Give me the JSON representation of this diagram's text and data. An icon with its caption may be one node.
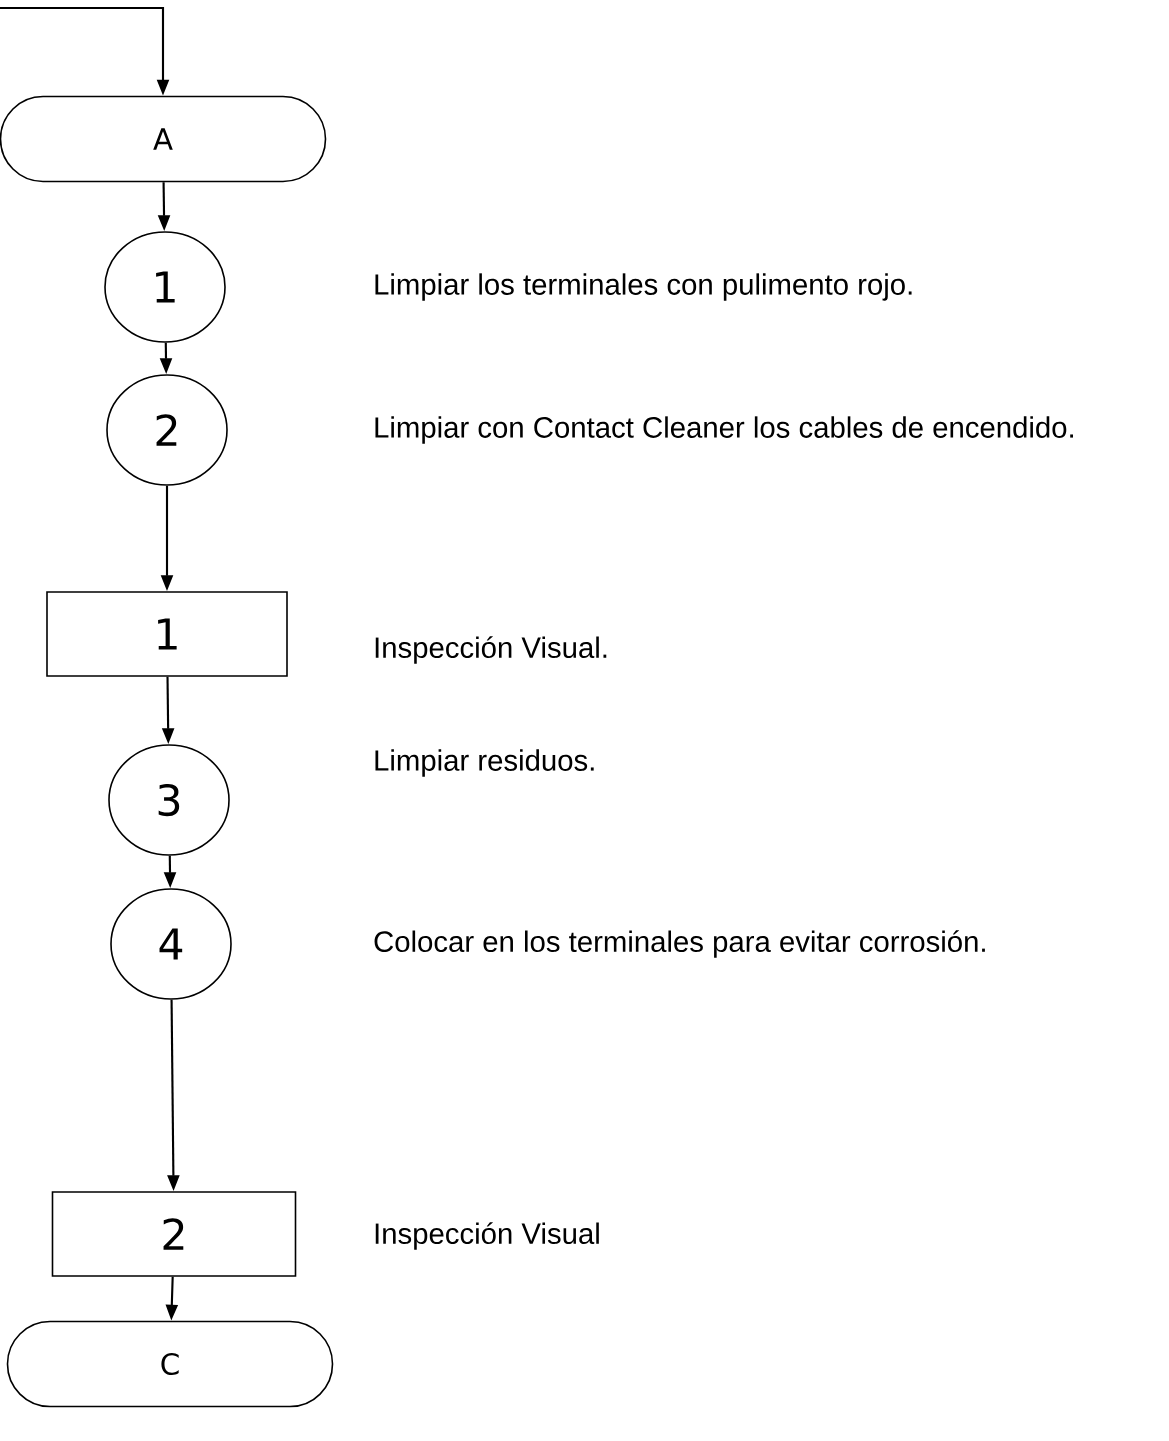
{
  "diagram": {
    "nodes": [
      {
        "text": [
          "A"
        ]
      },
      {
        "text": [
          "1"
        ]
      },
      {
        "text": [
          "2"
        ]
      },
      {
        "text": [
          "1"
        ]
      },
      {
        "text": [
          "3"
        ]
      },
      {
        "text": [
          "4"
        ]
      },
      {
        "text": [
          "2"
        ]
      },
      {
        "text": [
          "C"
        ]
      }
    ],
    "edges": [
      {
        "from": null,
        "to": 0,
        "arrow": "to"
      },
      {
        "from": 0,
        "to": 1,
        "arrow": "to"
      },
      {
        "from": 1,
        "to": 2,
        "arrow": "to"
      },
      {
        "from": 2,
        "to": 3,
        "arrow": "to"
      },
      {
        "from": 3,
        "to": 4,
        "arrow": "to"
      },
      {
        "from": 4,
        "to": 5,
        "arrow": "to"
      },
      {
        "from": 5,
        "to": 6,
        "arrow": "to"
      },
      {
        "from": 6,
        "to": 7,
        "arrow": "to"
      }
    ],
    "labels": [
      "Limpiar los terminales con pulimento rojo.",
      "Limpiar con Contact Cleaner los cables  de encendido.",
      "Inspección Visual.",
      "Limpiar residuos.",
      "Colocar en los terminales para evitar corrosión.",
      "Inspección Visual"
    ]
  }
}
